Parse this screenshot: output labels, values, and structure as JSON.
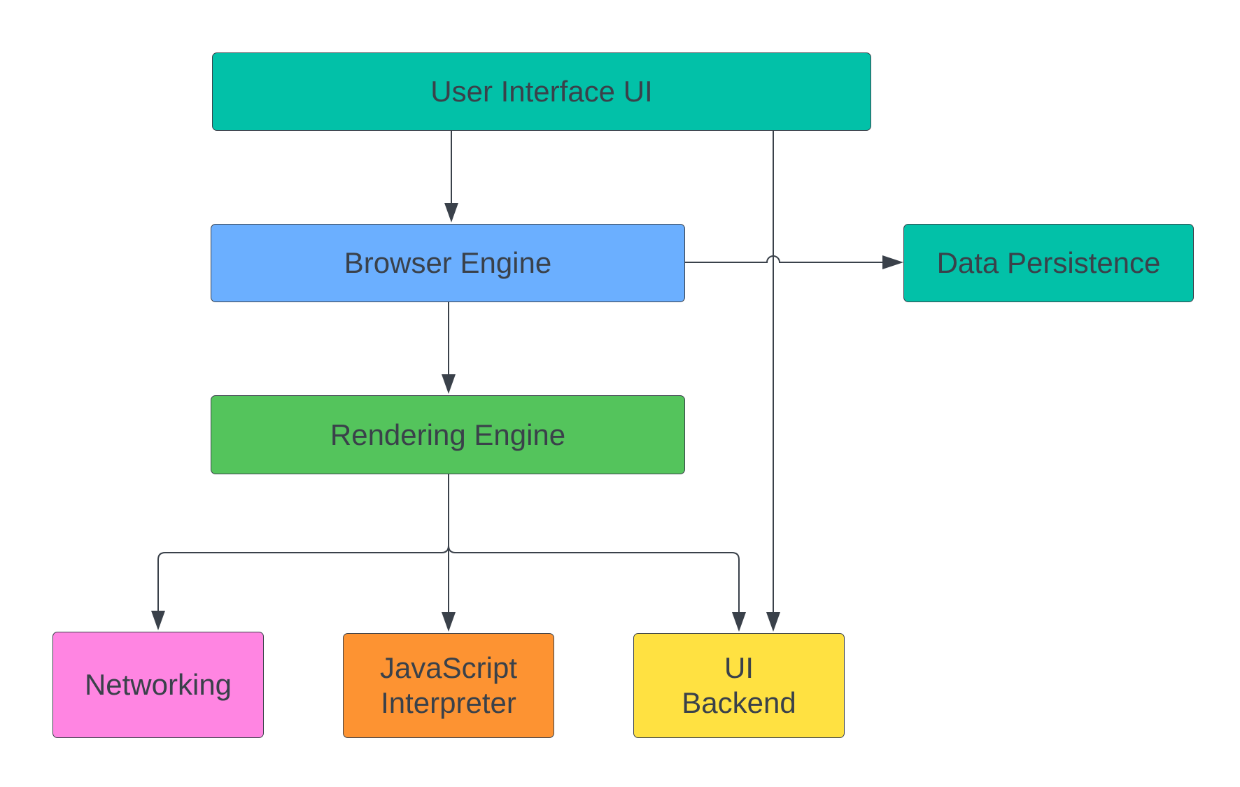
{
  "nodes": {
    "user_interface": {
      "label": "User Interface UI",
      "color": "#02c1a8"
    },
    "browser_engine": {
      "label": "Browser Engine",
      "color": "#6bafff"
    },
    "data_persistence": {
      "label": "Data Persistence",
      "color": "#02c1a8"
    },
    "rendering_engine": {
      "label": "Rendering Engine",
      "color": "#54c45c"
    },
    "networking": {
      "label": "Networking",
      "color": "#ff85e2"
    },
    "javascript_interpreter": {
      "label": "JavaScript\nInterpreter",
      "color": "#fd9332"
    },
    "ui_backend": {
      "label": "UI\nBackend",
      "color": "#ffe141"
    }
  },
  "edges": [
    {
      "from": "User Interface UI",
      "to": "Browser Engine"
    },
    {
      "from": "User Interface UI",
      "to": "UI Backend"
    },
    {
      "from": "Browser Engine",
      "to": "Data Persistence"
    },
    {
      "from": "Browser Engine",
      "to": "Rendering Engine"
    },
    {
      "from": "Rendering Engine",
      "to": "Networking"
    },
    {
      "from": "Rendering Engine",
      "to": "JavaScript Interpreter"
    },
    {
      "from": "Rendering Engine",
      "to": "UI Backend"
    }
  ],
  "colors": {
    "stroke": "#3a414a",
    "text": "#3a414a",
    "background": "#ffffff"
  }
}
